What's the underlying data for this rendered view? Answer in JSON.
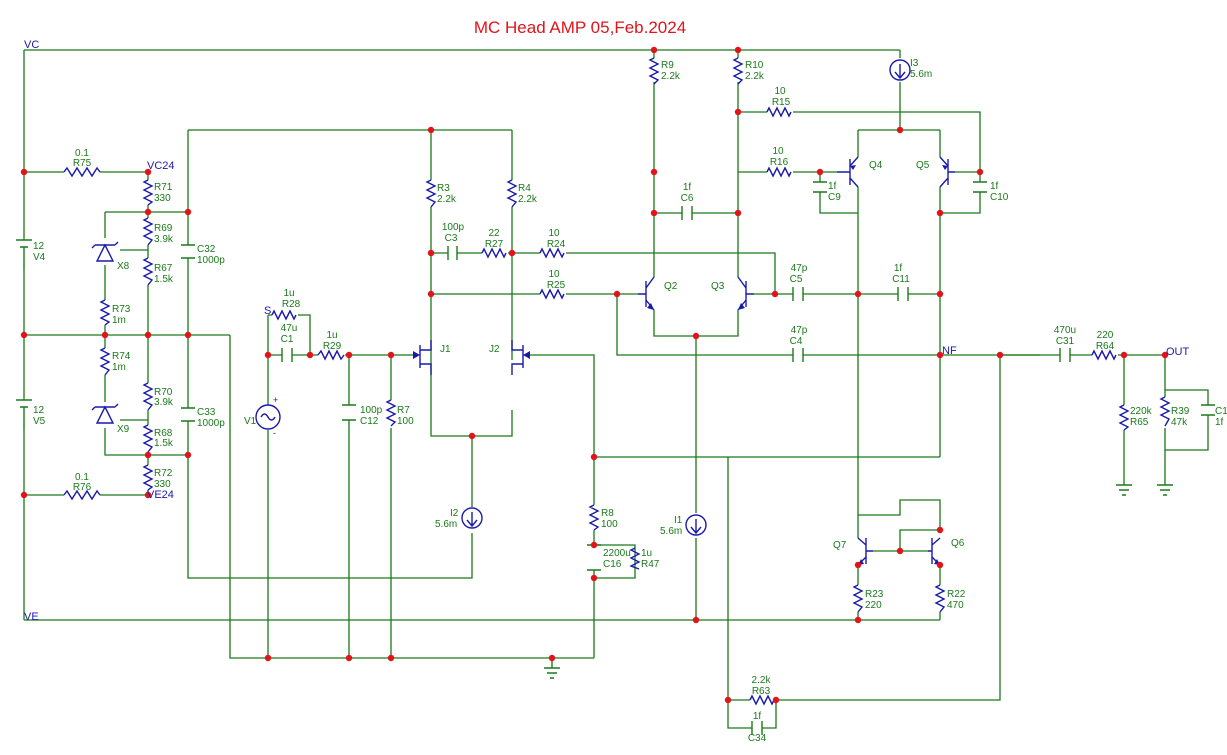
{
  "title": "MC Head AMP 05,Feb.2024",
  "nets": {
    "vc": "VC",
    "ve": "VE",
    "vc24": "VC24",
    "ve24": "VE24",
    "out": "OUT",
    "nf": "NF",
    "s": "S"
  },
  "components": {
    "R75": {
      "ref": "R75",
      "value": "0.1"
    },
    "R76": {
      "ref": "R76",
      "value": "0.1"
    },
    "R71": {
      "ref": "R71",
      "value": "330"
    },
    "R72": {
      "ref": "R72",
      "value": "330"
    },
    "R69": {
      "ref": "R69",
      "value": "3.9k"
    },
    "R67": {
      "ref": "R67",
      "value": "1.5k"
    },
    "R70": {
      "ref": "R70",
      "value": "3.9k"
    },
    "R68": {
      "ref": "R68",
      "value": "1.5k"
    },
    "R73": {
      "ref": "R73",
      "value": "1m"
    },
    "R74": {
      "ref": "R74",
      "value": "1m"
    },
    "X8": {
      "ref": "X8"
    },
    "X9": {
      "ref": "X9"
    },
    "V4": {
      "ref": "V4",
      "value": "12"
    },
    "V5": {
      "ref": "V5",
      "value": "12"
    },
    "C32": {
      "ref": "C32",
      "value": "1000p"
    },
    "C33": {
      "ref": "C33",
      "value": "1000p"
    },
    "R28": {
      "ref": "R28",
      "value": "1u"
    },
    "C1": {
      "ref": "C1",
      "value": "47u"
    },
    "R29": {
      "ref": "R29",
      "value": "1u"
    },
    "V1": {
      "ref": "V1"
    },
    "C12": {
      "ref": "C12",
      "value": "100p"
    },
    "R7": {
      "ref": "R7",
      "value": "100"
    },
    "J1": {
      "ref": "J1"
    },
    "J2": {
      "ref": "J2"
    },
    "R3": {
      "ref": "R3",
      "value": "2.2k"
    },
    "R4": {
      "ref": "R4",
      "value": "2.2k"
    },
    "C3": {
      "ref": "C3",
      "value": "100p"
    },
    "R27": {
      "ref": "R27",
      "value": "22"
    },
    "R24": {
      "ref": "R24",
      "value": "10"
    },
    "R25": {
      "ref": "R25",
      "value": "10"
    },
    "I2": {
      "ref": "I2",
      "value": "5.6m"
    },
    "R8": {
      "ref": "R8",
      "value": "100"
    },
    "C16": {
      "ref": "C16",
      "value": "2200u"
    },
    "R47": {
      "ref": "R47",
      "value": "1u"
    },
    "R9": {
      "ref": "R9",
      "value": "2.2k"
    },
    "R10": {
      "ref": "R10",
      "value": "2.2k"
    },
    "C6": {
      "ref": "C6",
      "value": "1f"
    },
    "Q2": {
      "ref": "Q2"
    },
    "Q3": {
      "ref": "Q3"
    },
    "I1": {
      "ref": "I1",
      "value": "5.6m"
    },
    "C5": {
      "ref": "C5",
      "value": "47p"
    },
    "C4": {
      "ref": "C4",
      "value": "47p"
    },
    "I3": {
      "ref": "I3",
      "value": "5.6m"
    },
    "R15": {
      "ref": "R15",
      "value": "10"
    },
    "R16": {
      "ref": "R16",
      "value": "10"
    },
    "Q4": {
      "ref": "Q4"
    },
    "Q5": {
      "ref": "Q5"
    },
    "C9": {
      "ref": "C9",
      "value": "1f"
    },
    "C10": {
      "ref": "C10",
      "value": "1f"
    },
    "C11": {
      "ref": "C11",
      "value": "1f"
    },
    "Q6": {
      "ref": "Q6"
    },
    "Q7": {
      "ref": "Q7"
    },
    "R23": {
      "ref": "R23",
      "value": "220"
    },
    "R22": {
      "ref": "R22",
      "value": "470"
    },
    "C31": {
      "ref": "C31",
      "value": "470u"
    },
    "R64": {
      "ref": "R64",
      "value": "220"
    },
    "R65": {
      "ref": "R65",
      "value": "220k"
    },
    "R39": {
      "ref": "R39",
      "value": "47k"
    },
    "C1b": {
      "ref": "C1",
      "value": "1f"
    },
    "R63": {
      "ref": "R63",
      "value": "2.2k"
    },
    "C34": {
      "ref": "C34",
      "value": "1f"
    }
  },
  "colors": {
    "wire": "#1a7a1a",
    "symbol": "#1a1aaa",
    "node": "#e0141a",
    "title": "#e0141a",
    "net_label": "#1a1aaa"
  }
}
